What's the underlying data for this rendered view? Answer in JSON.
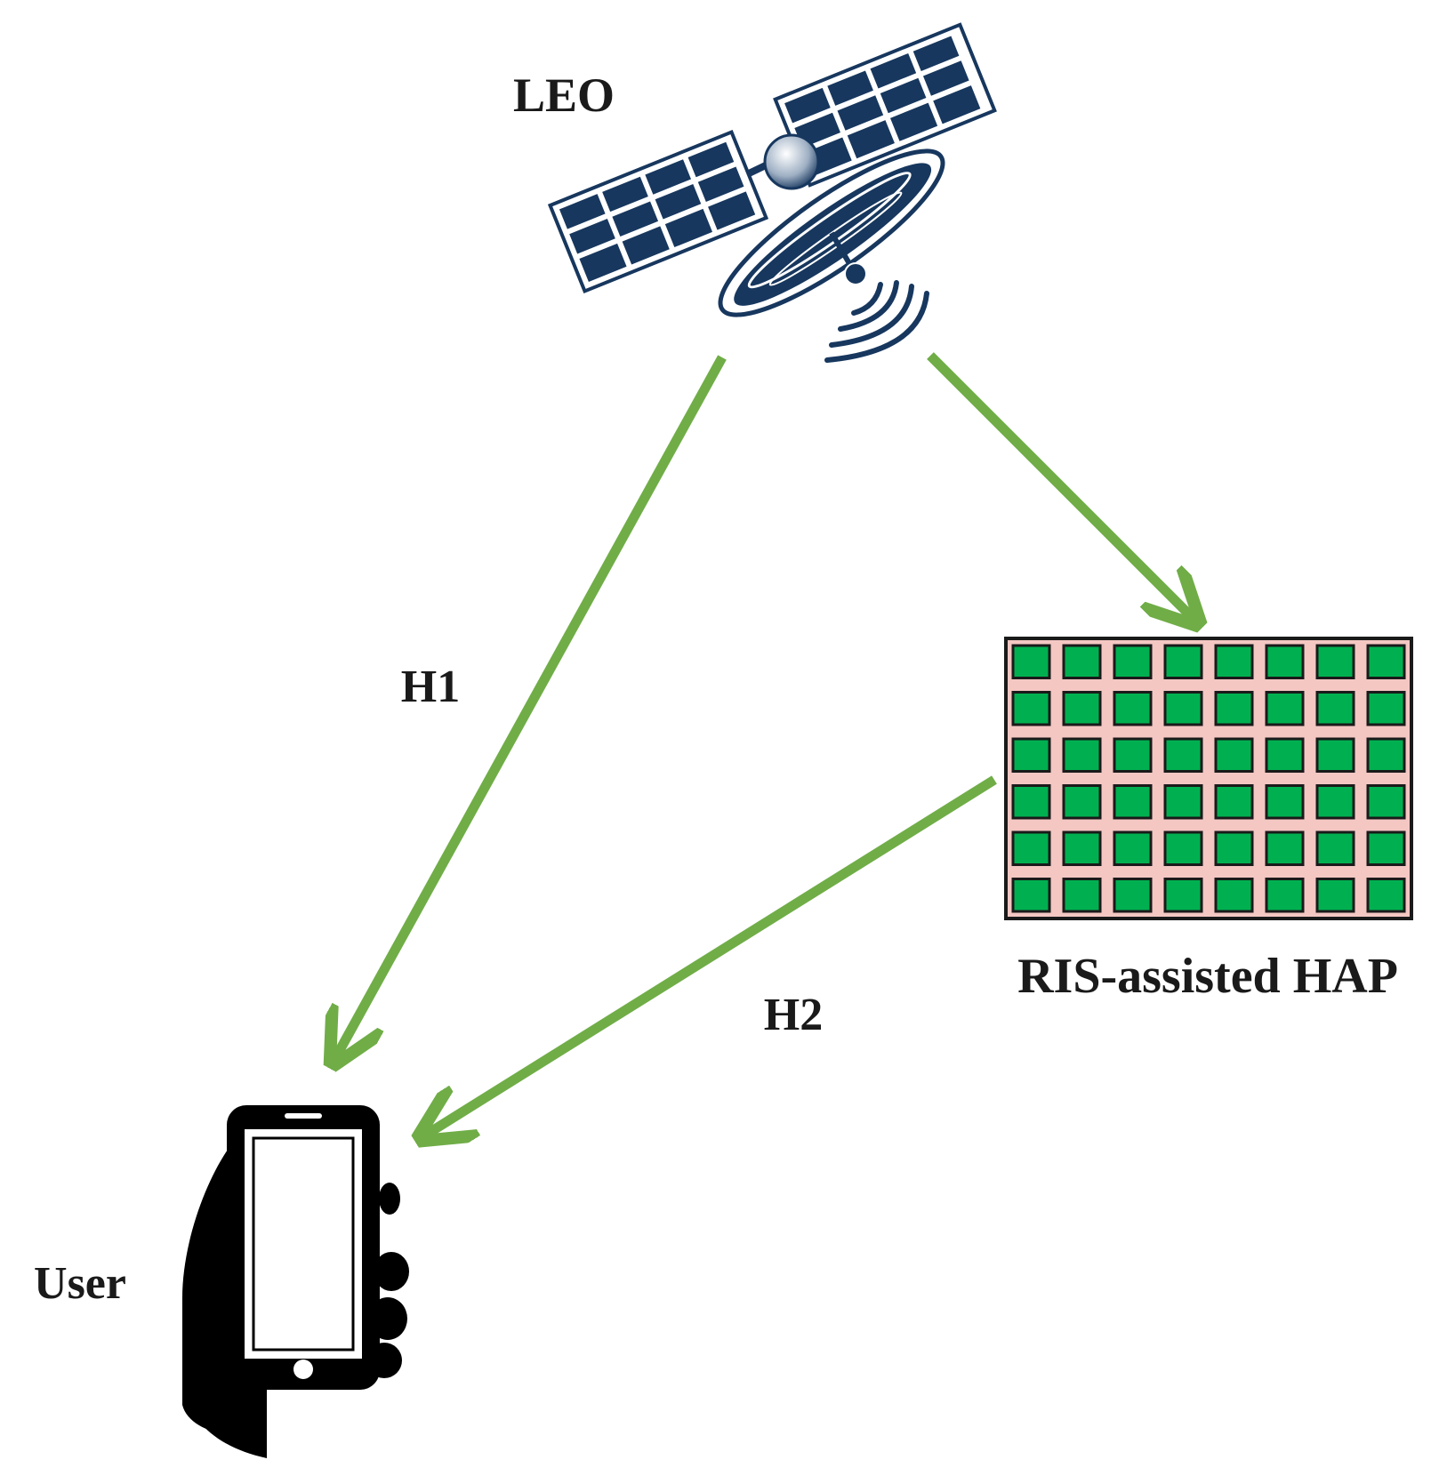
{
  "labels": {
    "leo": "LEO",
    "ris_hap": "RIS-assisted HAP",
    "user": "User",
    "h1": "H1",
    "h2": "H2"
  },
  "colors": {
    "link_arrow": "#70ad47",
    "satellite": "#17375e",
    "ris_background": "#f4c7c3",
    "ris_element": "#00b050",
    "phone": "#000000"
  },
  "ris_grid": {
    "rows": 6,
    "cols": 8
  },
  "icons": [
    "satellite-icon",
    "ris-panel-icon",
    "hand-phone-icon"
  ]
}
